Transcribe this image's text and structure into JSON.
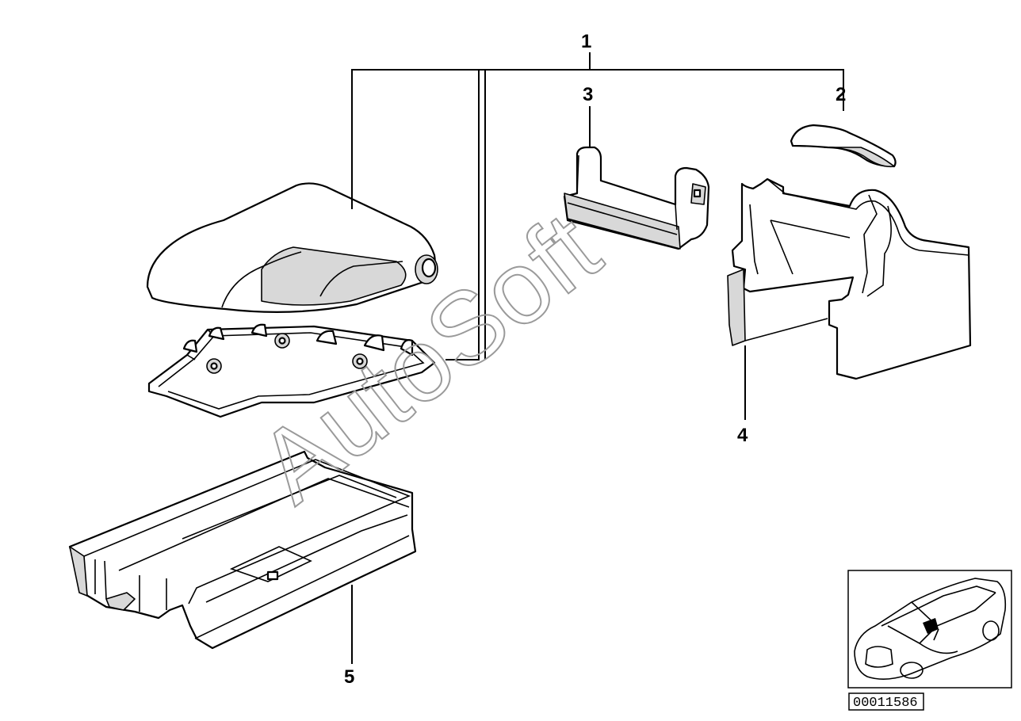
{
  "diagram": {
    "callouts": [
      "1",
      "2",
      "3",
      "4",
      "5"
    ],
    "watermark": "AutoSoft",
    "reference_number": "00011586"
  },
  "thumbnail": {
    "icon": "car-location-icon"
  }
}
